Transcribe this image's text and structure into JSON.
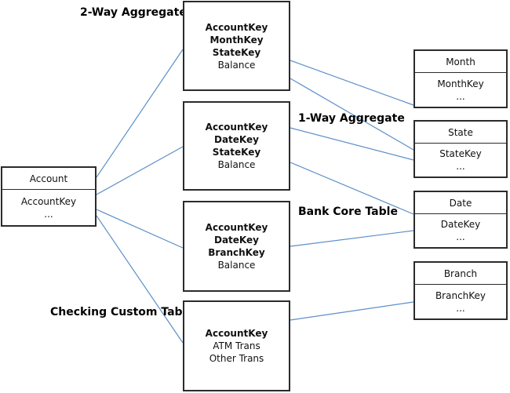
{
  "labels": {
    "two_way": "2-Way Aggregate",
    "one_way": "1-Way Aggregate",
    "bank_core": "Bank Core Table",
    "checking_custom": "Checking Custom Table"
  },
  "tables": {
    "two_way": {
      "l1": "AccountKey",
      "l2": "MonthKey",
      "l3": "StateKey",
      "l4": "Balance"
    },
    "one_way": {
      "l1": "AccountKey",
      "l2": "DateKey",
      "l3": "StateKey",
      "l4": "Balance"
    },
    "bank_core": {
      "l1": "AccountKey",
      "l2": "DateKey",
      "l3": "BranchKey",
      "l4": "Balance"
    },
    "checking": {
      "l1": "AccountKey",
      "l2": "ATM Trans",
      "l3": "Other Trans"
    }
  },
  "dimensions": {
    "account": {
      "title": "Account",
      "key": "AccountKey",
      "more": "..."
    },
    "month": {
      "title": "Month",
      "key": "MonthKey",
      "more": "..."
    },
    "state": {
      "title": "State",
      "key": "StateKey",
      "more": "..."
    },
    "date": {
      "title": "Date",
      "key": "DateKey",
      "more": "..."
    },
    "branch": {
      "title": "Branch",
      "key": "BranchKey",
      "more": "..."
    }
  },
  "colors": {
    "connector": "#5b8fc7",
    "border": "#2b2b2b"
  }
}
